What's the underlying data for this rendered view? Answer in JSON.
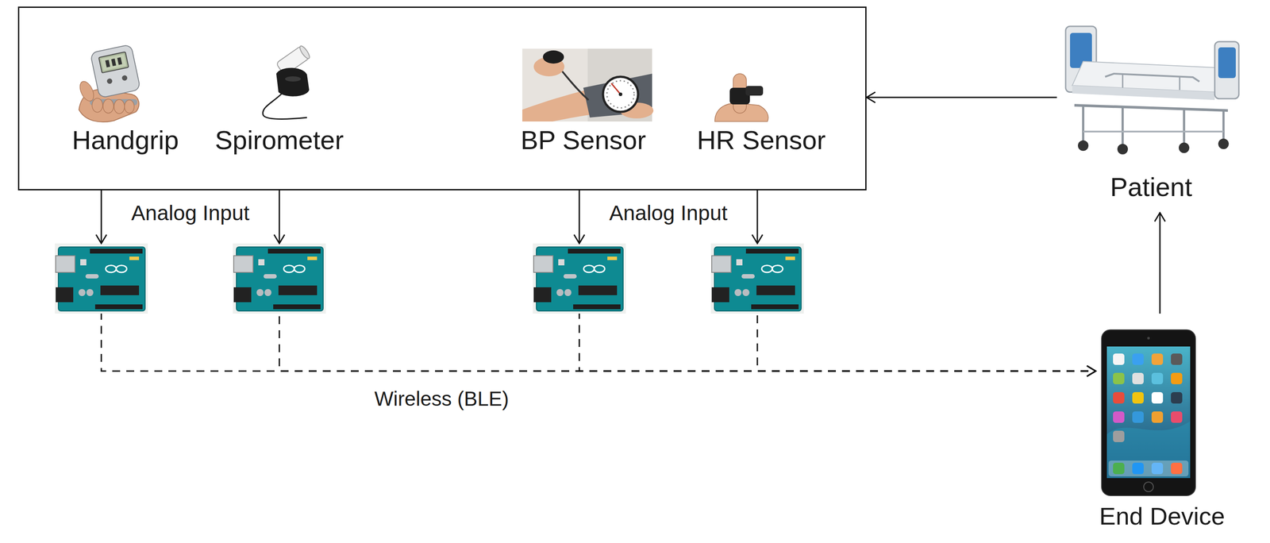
{
  "diagram": {
    "nodes": [
      {
        "text": []
      },
      {
        "text": [
          "Handgrip"
        ],
        "in": 0
      },
      {
        "text": [
          "Spirometer"
        ],
        "in": 0
      },
      {
        "text": [
          "BP Sensor"
        ],
        "in": 0
      },
      {
        "text": [
          "HR Sensor"
        ],
        "in": 0
      },
      {
        "text": [
          "Patient"
        ]
      },
      {
        "text": []
      },
      {
        "text": []
      },
      {
        "text": []
      },
      {
        "text": []
      },
      {
        "text": [
          "End Device"
        ]
      }
    ],
    "edges": [
      {
        "from": 5,
        "to": 0,
        "arrow": "to"
      },
      {
        "from": 1,
        "to": 6,
        "arrow": "to"
      },
      {
        "from": 2,
        "to": 7,
        "arrow": "to"
      },
      {
        "from": 3,
        "to": 8,
        "arrow": "to"
      },
      {
        "from": 4,
        "to": 9,
        "arrow": "to"
      },
      {
        "from": 6,
        "to": 10,
        "arrow": "to"
      },
      {
        "from": 7,
        "to": 10,
        "arrow": "to"
      },
      {
        "from": 8,
        "to": 10,
        "arrow": "to"
      },
      {
        "from": 9,
        "to": 10,
        "arrow": "to"
      },
      {
        "from": 10,
        "to": 5,
        "arrow": "to"
      }
    ],
    "labels": [
      "Analog Input",
      "Analog Input",
      "Wireless (BLE)"
    ]
  }
}
